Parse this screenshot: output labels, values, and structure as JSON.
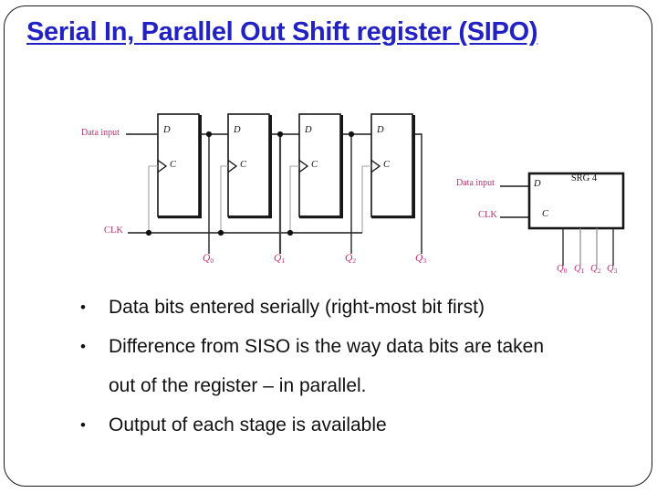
{
  "slide": {
    "title": "Serial In, Parallel Out Shift register (SIPO)"
  },
  "colors": {
    "title_blue": "#2222c4",
    "label_pink": "#b5336e",
    "q_label_pink": "#c52a78",
    "wire_black": "#1a1a1a",
    "clk_riser_gray": "#a3a3a3",
    "background": "#ffffff"
  },
  "diagram": {
    "data_input_label": "Data input",
    "clk_label": "CLK",
    "ff_d_label": "D",
    "ff_c_label": "C",
    "outputs": [
      {
        "base": "Q",
        "sub": "0"
      },
      {
        "base": "Q",
        "sub": "1"
      },
      {
        "base": "Q",
        "sub": "2"
      },
      {
        "base": "Q",
        "sub": "3"
      }
    ],
    "srg": {
      "title": "SRG 4",
      "data_input_label": "Data input",
      "clk_label": "CLK",
      "d_label": "D",
      "c_label": "C",
      "outputs": [
        {
          "base": "Q",
          "sub": "0"
        },
        {
          "base": "Q",
          "sub": "1"
        },
        {
          "base": "Q",
          "sub": "2"
        },
        {
          "base": "Q",
          "sub": "3"
        }
      ]
    }
  },
  "bullets": [
    {
      "marker": "•",
      "text": "Data bits entered serially (right-most bit first)"
    },
    {
      "marker": "•",
      "text": "Difference from SISO is the way data bits are taken"
    },
    {
      "marker": "",
      "text": "out of the register – in parallel."
    },
    {
      "marker": "•",
      "text": "Output of each stage is available"
    }
  ]
}
